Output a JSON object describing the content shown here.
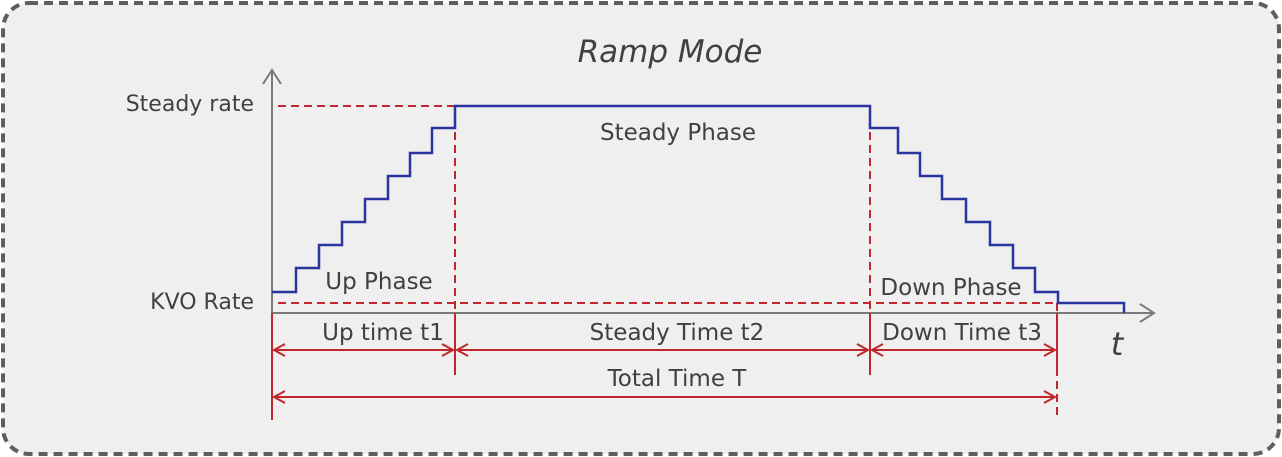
{
  "title": "Ramp Mode",
  "y_labels": {
    "steady_rate": "Steady rate",
    "kvo_rate": "KVO Rate"
  },
  "x_axis_label": "t",
  "phases": {
    "up": "Up Phase",
    "steady": "Steady Phase",
    "down": "Down Phase"
  },
  "times": {
    "up": "Up time t1",
    "steady": "Steady Time t2",
    "down": "Down Time t3",
    "total": "Total Time T"
  },
  "colors": {
    "background": "#efefef",
    "border": "#5e5e5e",
    "axis": "#7a7a7a",
    "profile": "#2b35a0",
    "marker": "#c0262d",
    "text": "#404040"
  }
}
